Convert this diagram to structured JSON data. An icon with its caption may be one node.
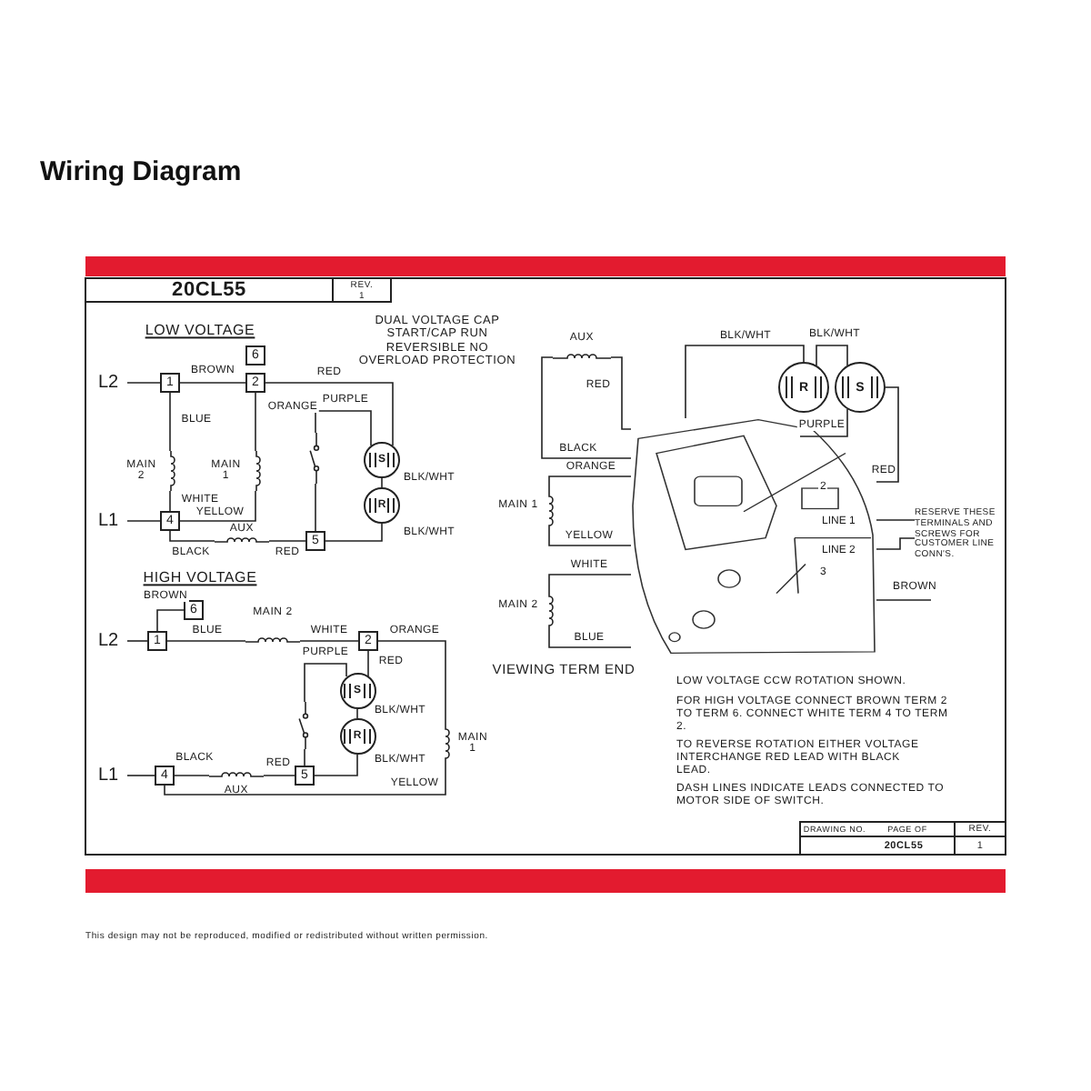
{
  "diagram": {
    "title": "Wiring Diagram",
    "nodes": [
      {
        "text": [
          "L2"
        ]
      },
      {
        "text": [
          "1"
        ]
      },
      {
        "text": [
          "6"
        ]
      },
      {
        "text": [
          "2"
        ]
      },
      {
        "text": [
          "MAIN 2"
        ]
      },
      {
        "text": [
          "MAIN 1"
        ]
      },
      {
        "text": [
          "L1"
        ]
      },
      {
        "text": [
          "4"
        ]
      },
      {
        "text": [
          "AUX"
        ]
      },
      {
        "text": [
          "5"
        ]
      },
      {
        "text": [],
        "shape": "switch"
      },
      {
        "text": [
          "S"
        ]
      },
      {
        "text": [
          "R"
        ]
      },
      {
        "text": [
          "6"
        ]
      },
      {
        "text": [
          "L2"
        ]
      },
      {
        "text": [
          "1"
        ]
      },
      {
        "text": [
          "MAIN 2"
        ]
      },
      {
        "text": [
          "2"
        ]
      },
      {
        "text": [
          "S"
        ]
      },
      {
        "text": [
          "R"
        ]
      },
      {
        "text": [
          "MAIN 1"
        ]
      },
      {
        "text": [],
        "shape": "switch"
      },
      {
        "text": [
          "L1"
        ]
      },
      {
        "text": [
          "4"
        ]
      },
      {
        "text": [
          "AUX"
        ]
      },
      {
        "text": [
          "5"
        ]
      },
      {
        "text": [
          "AUX"
        ]
      },
      {
        "text": [
          "R"
        ]
      },
      {
        "text": [
          "S"
        ]
      },
      {
        "text": [
          "2",
          "LINE 1",
          "LINE 2",
          "3"
        ]
      },
      {
        "text": [
          "MAIN 1"
        ]
      },
      {
        "text": [
          "MAIN 2"
        ]
      },
      {
        "text": [
          "RESERVE THESE TERMINALS AND SCREWS FOR CUSTOMER LINE CONN'S."
        ]
      }
    ],
    "edges": [
      {
        "from": 0,
        "to": 1,
        "arrow": "none"
      },
      {
        "from": 1,
        "to": 3,
        "arrow": "none",
        "label": "BROWN"
      },
      {
        "from": 3,
        "to": 11,
        "arrow": "none",
        "label": "RED"
      },
      {
        "from": 1,
        "to": 4,
        "arrow": "none",
        "label": "BLUE"
      },
      {
        "from": 4,
        "to": 7,
        "arrow": "none",
        "label": "WHITE"
      },
      {
        "from": 3,
        "to": 5,
        "arrow": "none",
        "label": "ORANGE"
      },
      {
        "from": 5,
        "to": 7,
        "arrow": "none",
        "label": "YELLOW"
      },
      {
        "from": 6,
        "to": 7,
        "arrow": "none"
      },
      {
        "from": 7,
        "to": 8,
        "arrow": "none",
        "label": "BLACK"
      },
      {
        "from": 8,
        "to": 9,
        "arrow": "none",
        "label": "RED"
      },
      {
        "from": 9,
        "to": 10,
        "arrow": "none"
      },
      {
        "from": 10,
        "to": 11,
        "arrow": "none",
        "label": "PURPLE"
      },
      {
        "from": 11,
        "to": 12,
        "arrow": "none",
        "label": "BLK/WHT"
      },
      {
        "from": 12,
        "to": 9,
        "arrow": "none",
        "label": "BLK/WHT"
      },
      {
        "from": 13,
        "to": 15,
        "arrow": "none",
        "label": "BROWN"
      },
      {
        "from": 14,
        "to": 15,
        "arrow": "none"
      },
      {
        "from": 15,
        "to": 16,
        "arrow": "none",
        "label": "BLUE"
      },
      {
        "from": 16,
        "to": 17,
        "arrow": "none",
        "label": "WHITE"
      },
      {
        "from": 17,
        "to": 20,
        "arrow": "none",
        "label": "ORANGE"
      },
      {
        "from": 20,
        "to": 23,
        "arrow": "none",
        "label": "YELLOW"
      },
      {
        "from": 17,
        "to": 18,
        "arrow": "none",
        "label": "RED"
      },
      {
        "from": 18,
        "to": 19,
        "arrow": "none",
        "label": "BLK/WHT"
      },
      {
        "from": 19,
        "to": 25,
        "arrow": "none",
        "label": "BLK/WHT"
      },
      {
        "from": 18,
        "to": 21,
        "arrow": "none",
        "label": "PURPLE"
      },
      {
        "from": 21,
        "to": 25,
        "arrow": "none"
      },
      {
        "from": 22,
        "to": 23,
        "arrow": "none"
      },
      {
        "from": 23,
        "to": 24,
        "arrow": "none",
        "label": "BLACK"
      },
      {
        "from": 24,
        "to": 25,
        "arrow": "none",
        "label": "RED"
      },
      {
        "from": 26,
        "to": 29,
        "arrow": "none",
        "label": "RED"
      },
      {
        "from": 26,
        "to": 29,
        "arrow": "none",
        "label": "BLACK"
      },
      {
        "from": 29,
        "to": 27,
        "arrow": "none",
        "label": "BLK/WHT"
      },
      {
        "from": 27,
        "to": 28,
        "arrow": "none",
        "label": "BLK/WHT"
      },
      {
        "from": 28,
        "to": 29,
        "arrow": "none",
        "label": "PURPLE"
      },
      {
        "from": 28,
        "to": 29,
        "arrow": "none",
        "label": "RED"
      },
      {
        "from": 30,
        "to": 29,
        "arrow": "none",
        "label": "ORANGE"
      },
      {
        "from": 30,
        "to": 29,
        "arrow": "none",
        "label": "YELLOW"
      },
      {
        "from": 31,
        "to": 29,
        "arrow": "none",
        "label": "WHITE"
      },
      {
        "from": 31,
        "to": 29,
        "arrow": "none",
        "label": "BLUE"
      },
      {
        "from": 29,
        "to": 32,
        "arrow": "none"
      },
      {
        "from": 29,
        "to": 32,
        "arrow": "none"
      },
      {
        "from": 29,
        "to": null,
        "arrow": "none",
        "label": "BROWN"
      }
    ],
    "labels": [
      "20CL55",
      "REV.",
      "1",
      "LOW VOLTAGE",
      "DUAL VOLTAGE CAP START/CAP RUN REVERSIBLE NO OVERLOAD PROTECTION",
      "HIGH VOLTAGE",
      "VIEWING TERM END",
      "LOW VOLTAGE CCW ROTATION SHOWN.",
      "FOR HIGH VOLTAGE CONNECT BROWN TERM 2 TO TERM 6. CONNECT WHITE TERM 4 TO TERM 2.",
      "TO REVERSE ROTATION EITHER VOLTAGE INTERCHANGE RED LEAD WITH BLACK LEAD.",
      "DASH LINES INDICATE LEADS CONNECTED TO MOTOR SIDE OF SWITCH.",
      "DRAWING NO.",
      "PAGE OF",
      "20CL55",
      "REV.",
      "1",
      "This design may not be reproduced, modified or redistributed without written permission."
    ]
  }
}
